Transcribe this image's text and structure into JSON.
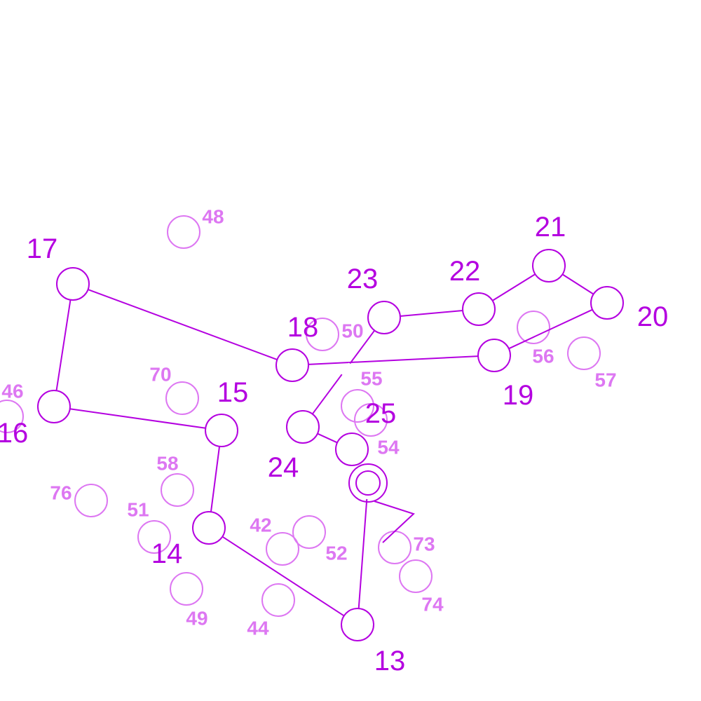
{
  "colors": {
    "active": "#b400e0",
    "inactive": "#dd77f2",
    "background": "#ffffff"
  },
  "puzzle": {
    "path_order": [
      "13",
      "14",
      "15",
      "16",
      "17",
      "18",
      "19",
      "20",
      "21",
      "22",
      "23",
      "24",
      "25"
    ],
    "start_marker": "double-circle",
    "end_marker": "arrow-tail"
  },
  "active_dots": [
    {
      "id": "dot-13",
      "label": "13"
    },
    {
      "id": "dot-14",
      "label": "14"
    },
    {
      "id": "dot-15",
      "label": "15"
    },
    {
      "id": "dot-16",
      "label": "16"
    },
    {
      "id": "dot-17",
      "label": "17"
    },
    {
      "id": "dot-18",
      "label": "18"
    },
    {
      "id": "dot-19",
      "label": "19"
    },
    {
      "id": "dot-20",
      "label": "20"
    },
    {
      "id": "dot-21",
      "label": "21"
    },
    {
      "id": "dot-22",
      "label": "22"
    },
    {
      "id": "dot-23",
      "label": "23"
    },
    {
      "id": "dot-24",
      "label": "24"
    },
    {
      "id": "dot-25",
      "label": "25"
    }
  ],
  "inactive_dots": [
    {
      "id": "dot-42",
      "label": "42"
    },
    {
      "id": "dot-44",
      "label": "44"
    },
    {
      "id": "dot-46",
      "label": "46"
    },
    {
      "id": "dot-48",
      "label": "48"
    },
    {
      "id": "dot-49",
      "label": "49"
    },
    {
      "id": "dot-50",
      "label": "50"
    },
    {
      "id": "dot-51",
      "label": "51"
    },
    {
      "id": "dot-52",
      "label": "52"
    },
    {
      "id": "dot-54",
      "label": "54"
    },
    {
      "id": "dot-55",
      "label": "55"
    },
    {
      "id": "dot-56",
      "label": "56"
    },
    {
      "id": "dot-57",
      "label": "57"
    },
    {
      "id": "dot-58",
      "label": "58"
    },
    {
      "id": "dot-70",
      "label": "70"
    },
    {
      "id": "dot-73",
      "label": "73"
    },
    {
      "id": "dot-74",
      "label": "74"
    },
    {
      "id": "dot-76",
      "label": "76"
    }
  ]
}
